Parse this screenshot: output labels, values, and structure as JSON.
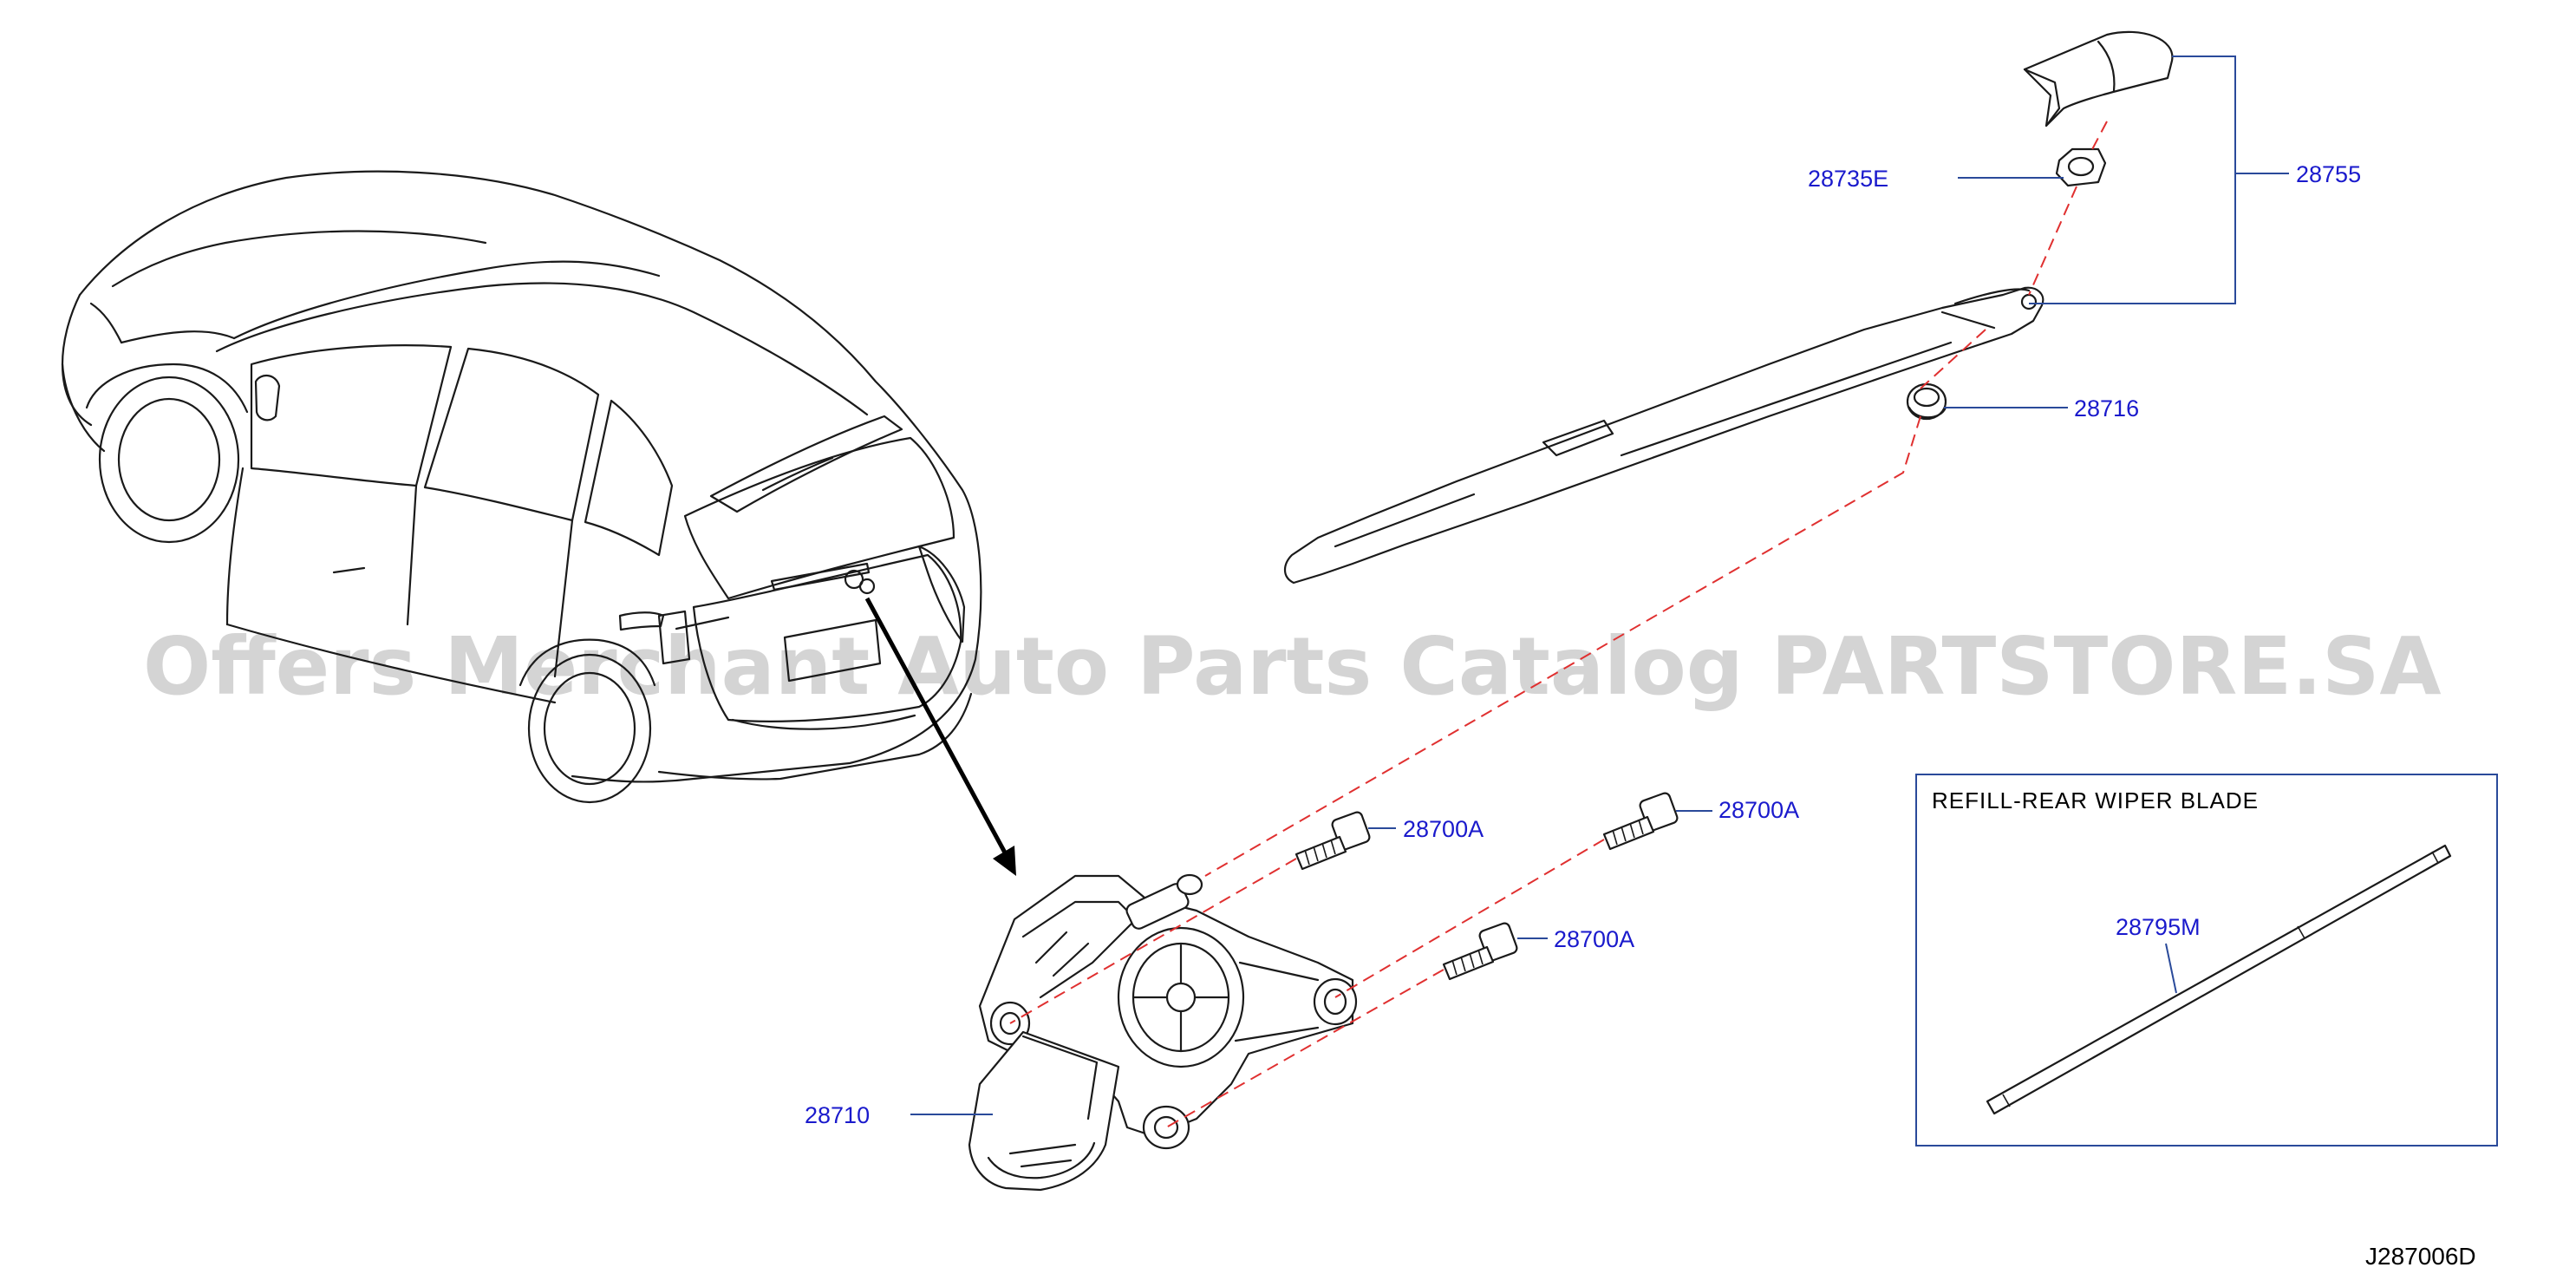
{
  "diagram": {
    "watermark": "Offers Merchant Auto Parts Catalog PARTSTORE.SA",
    "reference_code": "J287006D",
    "refill_box_title": "REFILL-REAR   WIPER   BLADE",
    "label_color": "#1a1acc",
    "leader_color": "#2a4a9a",
    "centerline_color": "#e03030",
    "parts": {
      "wiper_arm_cap_nut": "28735E",
      "wiper_arm_assembly": "28755",
      "grommet": "28716",
      "bolt_upper_left": "28700A",
      "bolt_upper_right": "28700A",
      "bolt_lower": "28700A",
      "wiper_motor": "28710",
      "refill_blade": "28795M"
    }
  }
}
